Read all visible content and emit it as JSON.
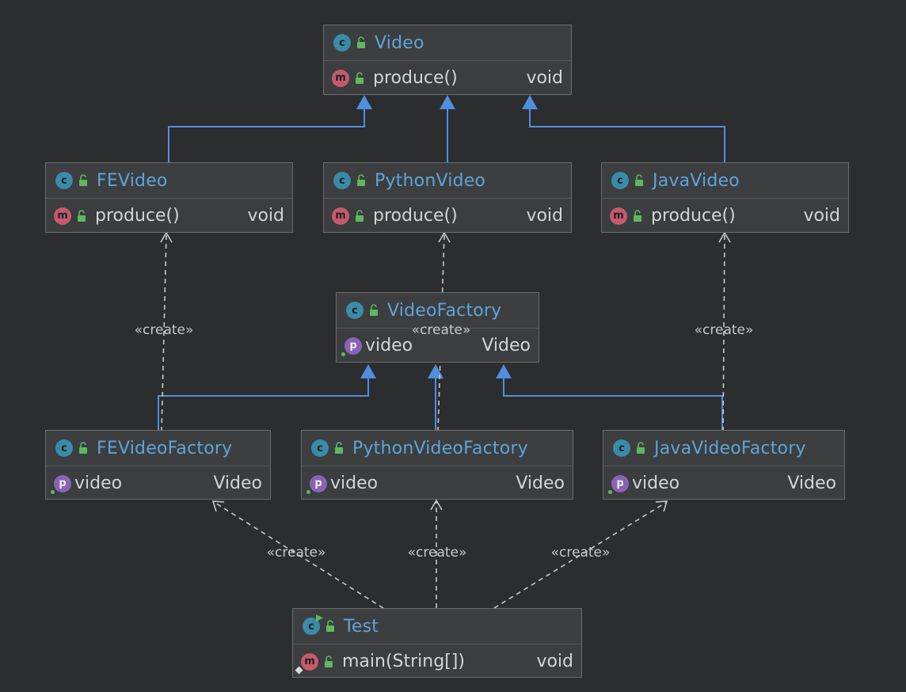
{
  "colors": {
    "background": "#2b2d2e",
    "class_name": "#5ea4d8",
    "inheritance_arrow": "#4f8ee0",
    "dependency_line": "#c8c8c8"
  },
  "classes": {
    "video": {
      "name": "Video",
      "badge": "c",
      "method": "produce()",
      "method_badge": "m",
      "return_type": "void"
    },
    "fevideo": {
      "name": "FEVideo",
      "badge": "c",
      "method": "produce()",
      "method_badge": "m",
      "return_type": "void"
    },
    "pythonvideo": {
      "name": "PythonVideo",
      "badge": "c",
      "method": "produce()",
      "method_badge": "m",
      "return_type": "void"
    },
    "javavideo": {
      "name": "JavaVideo",
      "badge": "c",
      "method": "produce()",
      "method_badge": "m",
      "return_type": "void"
    },
    "videofactory": {
      "name": "VideoFactory",
      "badge": "c",
      "field": "video",
      "field_badge": "p",
      "field_type": "Video"
    },
    "fevideofactory": {
      "name": "FEVideoFactory",
      "badge": "c",
      "field": "video",
      "field_badge": "p",
      "field_type": "Video"
    },
    "pythonvideofactory": {
      "name": "PythonVideoFactory",
      "badge": "c",
      "field": "video",
      "field_badge": "p",
      "field_type": "Video"
    },
    "javavideofactory": {
      "name": "JavaVideoFactory",
      "badge": "c",
      "field": "video",
      "field_badge": "p",
      "field_type": "Video"
    },
    "test": {
      "name": "Test",
      "badge": "c",
      "method": "main(String[])",
      "method_badge": "m",
      "return_type": "void"
    }
  },
  "stereotypes": {
    "fe_create": "«create»",
    "python_create": "«create»",
    "java_create": "«create»",
    "test_fe_create": "«create»",
    "test_python_create": "«create»",
    "test_java_create": "«create»"
  }
}
